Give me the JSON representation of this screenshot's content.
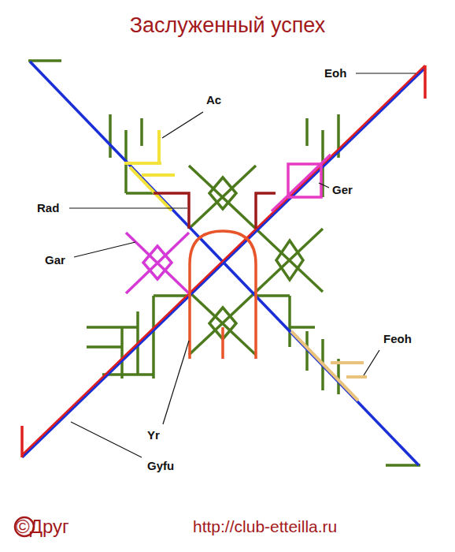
{
  "diagram": {
    "title": "Заслуженный успех",
    "labels": [
      "Eoh",
      "Ac",
      "Ger",
      "Rad",
      "Gar",
      "Feoh",
      "Yr",
      "Gyfu",
      "©Друг",
      "http://club-etteilla.ru"
    ]
  }
}
